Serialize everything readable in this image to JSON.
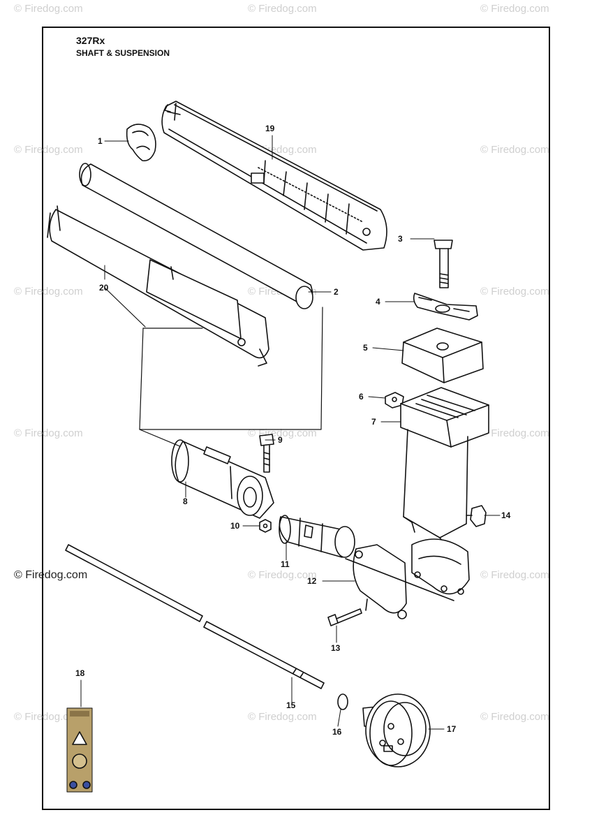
{
  "header": {
    "model": "327Rx",
    "section": "SHAFT & SUSPENSION"
  },
  "watermark": {
    "text": "© Firedog.com"
  },
  "parts": [
    {
      "number": "1"
    },
    {
      "number": "2"
    },
    {
      "number": "3"
    },
    {
      "number": "4"
    },
    {
      "number": "5"
    },
    {
      "number": "6"
    },
    {
      "number": "7"
    },
    {
      "number": "8"
    },
    {
      "number": "9"
    },
    {
      "number": "10"
    },
    {
      "number": "11"
    },
    {
      "number": "12"
    },
    {
      "number": "13"
    },
    {
      "number": "14"
    },
    {
      "number": "15"
    },
    {
      "number": "16"
    },
    {
      "number": "17"
    },
    {
      "number": "18"
    },
    {
      "number": "19"
    },
    {
      "number": "20"
    }
  ],
  "colors": {
    "line": "#111111",
    "watermark": "#cfcfcf",
    "label_gold": "#b8a06a"
  }
}
